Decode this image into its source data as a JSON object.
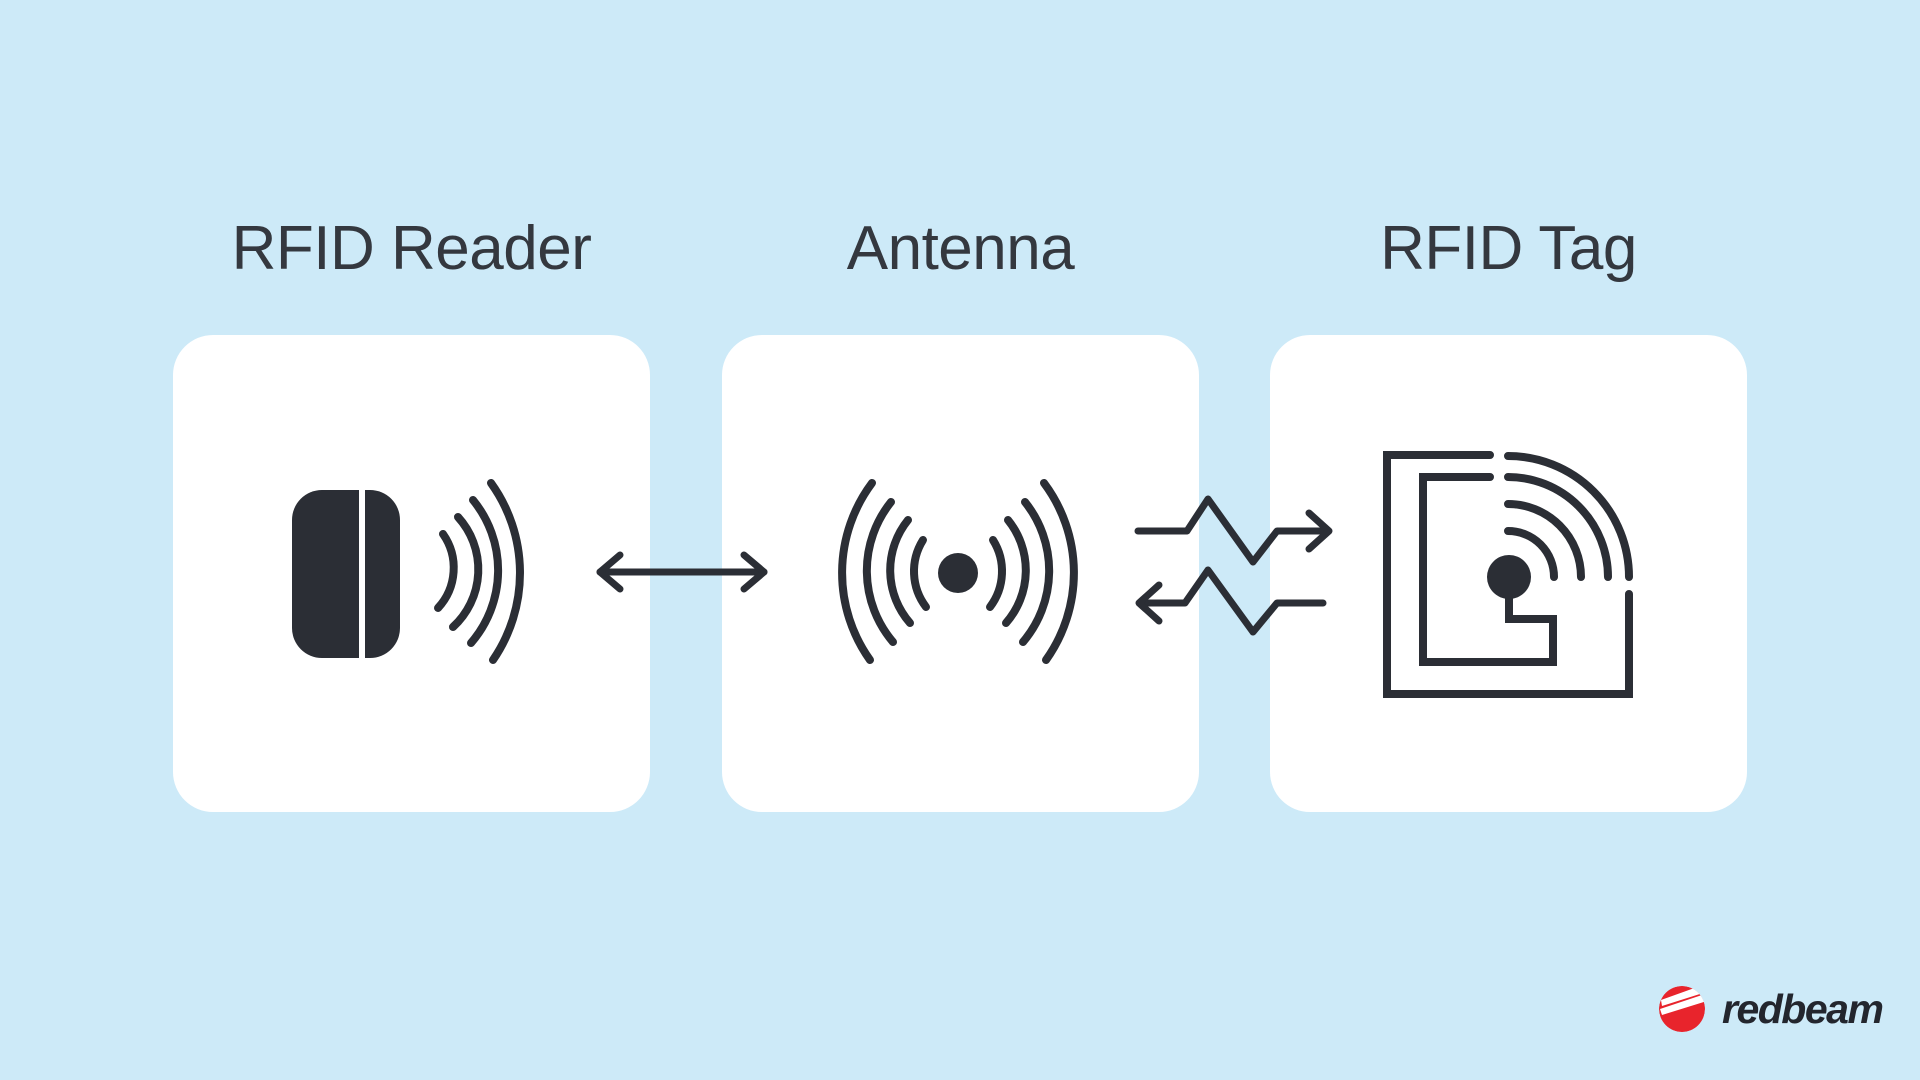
{
  "colors": {
    "background": "#cdeaf8",
    "card": "#ffffff",
    "ink": "#2b2e35",
    "title_ink": "#34383f",
    "logo_red": "#e8242c",
    "logo_ink": "#23262e"
  },
  "diagram": {
    "nodes": [
      {
        "id": "reader",
        "label": "RFID Reader",
        "icon": "rfid-reader-icon"
      },
      {
        "id": "antenna",
        "label": "Antenna",
        "icon": "antenna-icon"
      },
      {
        "id": "tag",
        "label": "RFID Tag",
        "icon": "rfid-tag-icon"
      }
    ],
    "connections": [
      {
        "from": "reader",
        "to": "antenna",
        "style": "double-headed-straight-arrow"
      },
      {
        "from": "antenna",
        "to": "tag",
        "style": "zigzag-arrow-pointing-right"
      },
      {
        "from": "tag",
        "to": "antenna",
        "style": "zigzag-arrow-pointing-left"
      }
    ]
  },
  "footer": {
    "logo_text": "redbeam"
  }
}
